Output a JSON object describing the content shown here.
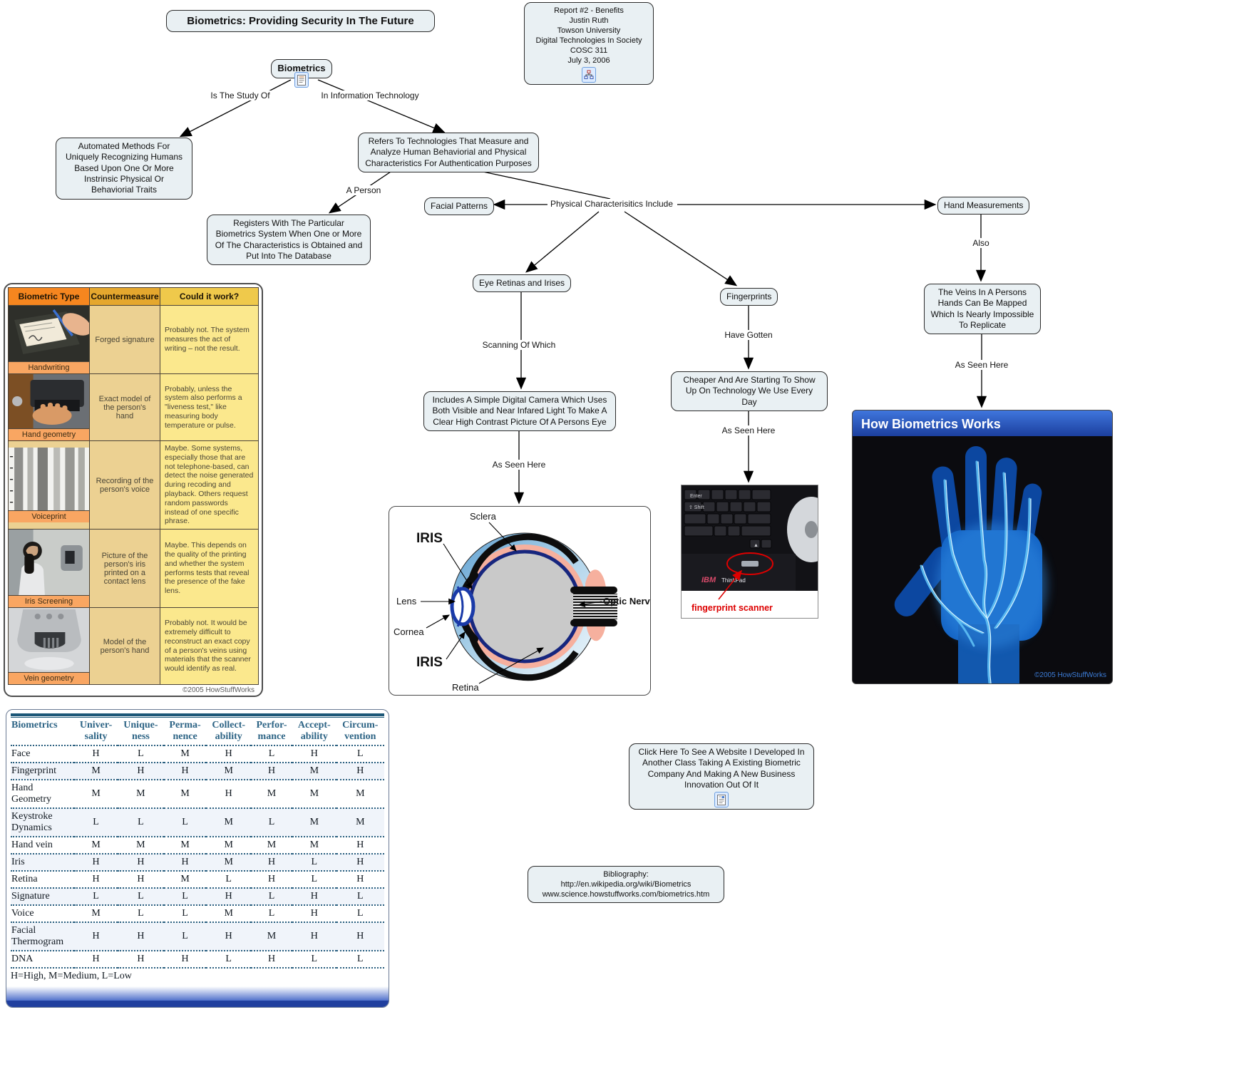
{
  "page_title": "Biometrics: Providing Security In The Future",
  "report_box": {
    "lines": [
      "Report #2 - Benefits",
      "Justin Ruth",
      "Towson University",
      "Digital Technologies In Society",
      "COSC 311",
      "July 3, 2006"
    ]
  },
  "map": {
    "biometrics": "Biometrics",
    "is_study_of": "Is The Study Of",
    "in_it": "In Information Technology",
    "automated": "Automated Methods For Uniquely Recognizing Humans Based Upon One Or More Instrinsic Physical Or Behaviorial Traits",
    "refers": "Refers To Technologies That Measure and Analyze Human Behaviorial and Physical Characteristics For Authentication Purposes",
    "a_person": "A Person",
    "registers": "Registers With The Particular Biometrics System When One or More Of The Characteristics is Obtained and Put Into The Database",
    "physical_include": "Physical Characterisitics Include",
    "facial_patterns": "Facial Patterns",
    "hand_measurements": "Hand Measurements",
    "eye_retinas": "Eye Retinas and Irises",
    "fingerprints": "Fingerprints",
    "also": "Also",
    "veins": "The Veins In A Persons Hands Can Be Mapped Which Is Nearly Impossible To Replicate",
    "as_seen_here": "As Seen Here",
    "have_gotten": "Have Gotten",
    "cheaper": "Cheaper And Are Starting To Show Up On Technology We Use Every Day",
    "scanning": "Scanning Of Which",
    "includes": "Includes A Simple Digital Camera Which Uses Both Visible and Near Infared Light To Make A Clear High Contrast Picture Of A Persons Eye",
    "click_here": "Click Here To See A Website I Developed In Another Class Taking A Existing Biometric Company And Making A New Business Innovation Out Of It"
  },
  "bibliography": {
    "lines": [
      "Bibliography:",
      "http://en.wikipedia.org/wiki/Biometrics",
      "www.science.howstuffworks.com/biometrics.htm"
    ]
  },
  "countermeasure_table": {
    "headers": [
      "Biometric Type",
      "Countermeasure",
      "Could it work?"
    ],
    "rows": [
      {
        "type": "Handwriting",
        "countermeasure": "Forged signature",
        "could_it_work": "Probably not. The system measures the act of writing – not the result."
      },
      {
        "type": "Hand geometry",
        "countermeasure": "Exact model of the person's hand",
        "could_it_work": "Probably, unless the system also performs a \"liveness test,\" like measuring body temperature or pulse."
      },
      {
        "type": "Voiceprint",
        "countermeasure": "Recording of the person's voice",
        "could_it_work": "Maybe. Some systems, especially those that are not telephone-based, can detect the noise generated during recoding and playback. Others request random passwords instead of one specific phrase."
      },
      {
        "type": "Iris Screening",
        "countermeasure": "Picture of the person's iris printed on a contact lens",
        "could_it_work": "Maybe. This depends on the quality of the printing and whether the system performs tests that reveal the presence of the fake lens."
      },
      {
        "type": "Vein geometry",
        "countermeasure": "Model of the person's hand",
        "could_it_work": "Probably not. It would be extremely difficult to reconstruct an exact copy of a person's veins using materials that the scanner would identify as real."
      }
    ],
    "copyright": "©2005 HowStuffWorks"
  },
  "matrix_table": {
    "headers": [
      "Biometrics",
      "Univer-\nsality",
      "Unique-\nness",
      "Perma-\nnence",
      "Collect-\nability",
      "Perfor-\nmance",
      "Accept-\nability",
      "Circum-\nvention"
    ],
    "rows": [
      {
        "name": "Face",
        "values": [
          "H",
          "L",
          "M",
          "H",
          "L",
          "H",
          "L"
        ]
      },
      {
        "name": "Fingerprint",
        "values": [
          "M",
          "H",
          "H",
          "M",
          "H",
          "M",
          "H"
        ]
      },
      {
        "name": "Hand Geometry",
        "values": [
          "M",
          "M",
          "M",
          "H",
          "M",
          "M",
          "M"
        ]
      },
      {
        "name": "Keystroke Dynamics",
        "values": [
          "L",
          "L",
          "L",
          "M",
          "L",
          "M",
          "M"
        ]
      },
      {
        "name": "Hand vein",
        "values": [
          "M",
          "M",
          "M",
          "M",
          "M",
          "M",
          "H"
        ]
      },
      {
        "name": "Iris",
        "values": [
          "H",
          "H",
          "H",
          "M",
          "H",
          "L",
          "H"
        ]
      },
      {
        "name": "Retina",
        "values": [
          "H",
          "H",
          "M",
          "L",
          "H",
          "L",
          "H"
        ]
      },
      {
        "name": "Signature",
        "values": [
          "L",
          "L",
          "L",
          "H",
          "L",
          "H",
          "L"
        ]
      },
      {
        "name": "Voice",
        "values": [
          "M",
          "L",
          "L",
          "M",
          "L",
          "H",
          "L"
        ]
      },
      {
        "name": "Facial Thermogram",
        "values": [
          "H",
          "H",
          "L",
          "H",
          "M",
          "H",
          "H"
        ]
      },
      {
        "name": "DNA",
        "values": [
          "H",
          "H",
          "H",
          "L",
          "H",
          "L",
          "L"
        ]
      }
    ],
    "legend": "H=High, M=Medium, L=Low"
  },
  "eye_diagram": {
    "sclera": "Sclera",
    "iris_top": "IRIS",
    "lens": "Lens",
    "cornea": "Cornea",
    "iris_bottom": "IRIS",
    "retina": "Retina",
    "optic_nerve": "Optic Nerve"
  },
  "scanner": {
    "label": "fingerprint scanner",
    "brand": "IBM",
    "model": "ThinkPad"
  },
  "hbw": {
    "title": "How Biometrics Works",
    "copyright": "©2005 HowStuffWorks"
  },
  "colors": {
    "node_bg": "#e9f0f3",
    "header_orange": "#f6861f",
    "header_gold": "#e5a72e",
    "header_yellow": "#efc94b",
    "cell_tan": "#ecd192",
    "cell_yellow": "#fbe88d",
    "caption_orange": "#f9a662",
    "matrix_blue": "#1c5777",
    "hbw_header_blue": "#2a59c8",
    "vein_blue": "#1565c5",
    "alert_red": "#dd0000"
  }
}
